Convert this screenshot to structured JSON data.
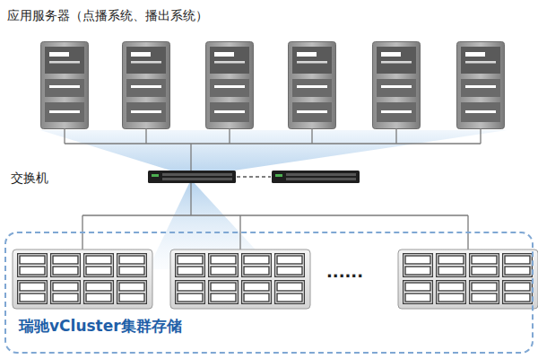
{
  "diagram": {
    "title": "应用服务器（点播系统、播出系统）",
    "nodes": [
      {
        "text": [
          "瑞驰vCluster集群存储"
        ]
      }
    ],
    "labels": [
      "交换机",
      "......"
    ]
  }
}
